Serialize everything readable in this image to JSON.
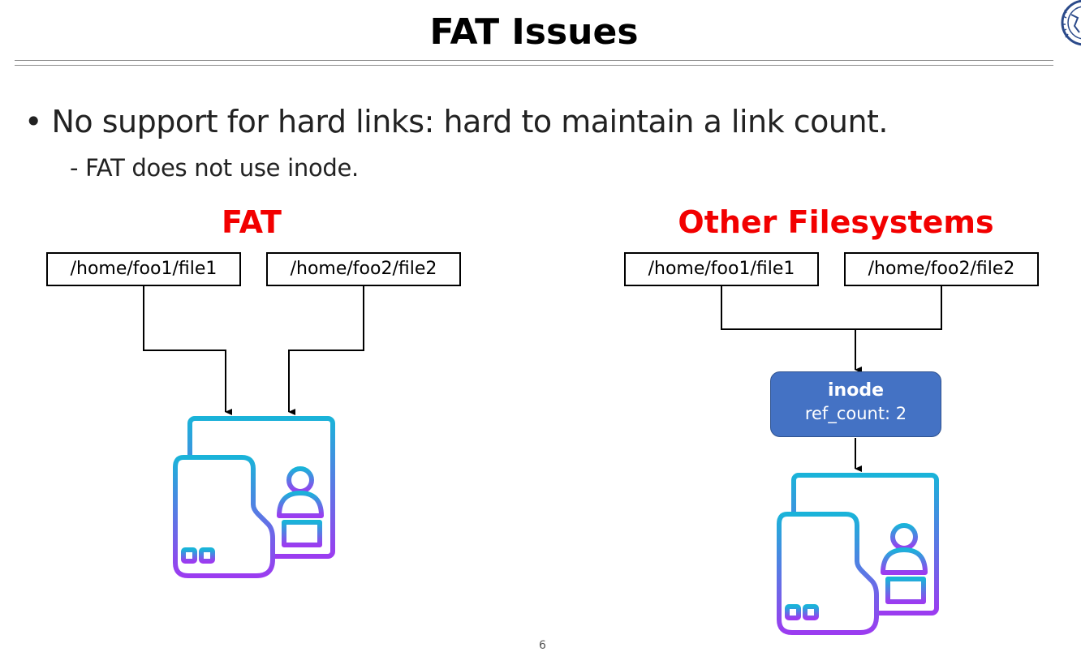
{
  "slide": {
    "title": "FAT Issues",
    "bullet": "• No support for hard links: hard to maintain a link count.",
    "subbullet": "- FAT does not use inode."
  },
  "fat": {
    "heading": "FAT",
    "path1": "/home/foo1/file1",
    "path2": "/home/foo2/file2"
  },
  "other": {
    "heading": "Other Filesystems",
    "path1": "/home/foo1/file1",
    "path2": "/home/foo2/file2",
    "inode_title": "inode",
    "inode_ref": "ref_count: 2"
  },
  "footer": {
    "page_mark": "6"
  },
  "colors": {
    "heading_red": "#f20000",
    "inode_blue": "#4472c4",
    "icon_gradient_top": "#1ab3d9",
    "icon_gradient_bottom": "#9b3cf0"
  },
  "icons": [
    "file-document-icon",
    "university-logo"
  ]
}
